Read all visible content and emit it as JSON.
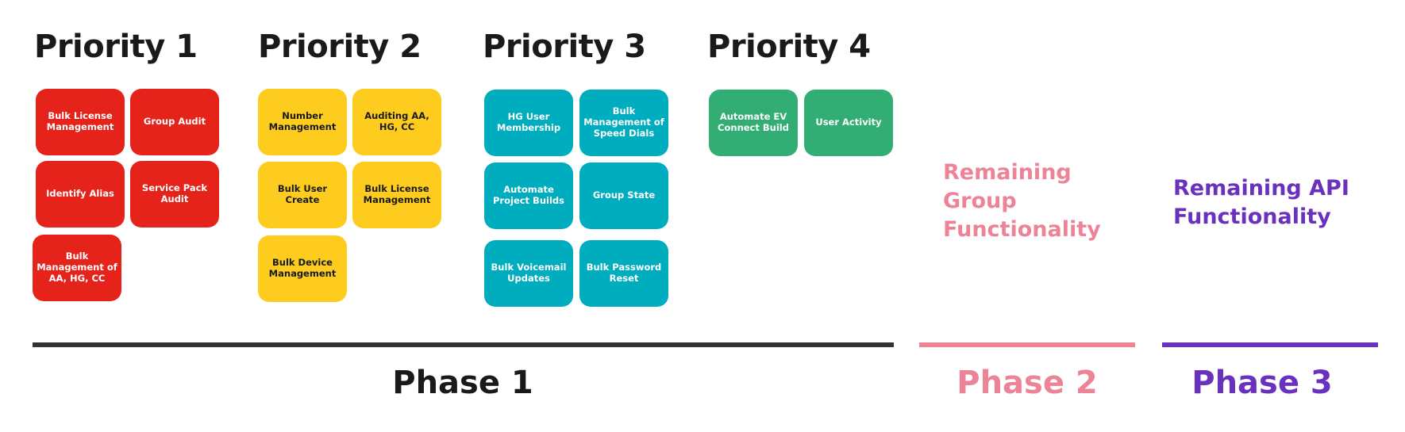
{
  "colors": {
    "red": "#e5231b",
    "yellow": "#fdcc1f",
    "teal": "#00adbf",
    "green": "#32ad73",
    "dark": "#333333",
    "pink": "#ec8397",
    "purple": "#6931bd"
  },
  "priorities": [
    {
      "title": "Priority 1",
      "cards": [
        "Bulk License Management",
        "Group Audit",
        "Identify Alias",
        "Service Pack Audit",
        "Bulk Management of AA, HG, CC"
      ]
    },
    {
      "title": "Priority 2",
      "cards": [
        "Number Management",
        "Auditing AA, HG, CC",
        "Bulk User Create",
        "Bulk License Management",
        "Bulk Device Management"
      ]
    },
    {
      "title": "Priority 3",
      "cards": [
        "HG User Membership",
        "Bulk Management of Speed Dials",
        "Automate Project Builds",
        "Group State",
        "Bulk Voicemail Updates",
        "Bulk Password Reset"
      ]
    },
    {
      "title": "Priority 4",
      "cards": [
        "Automate EV Connect Build",
        "User Activity"
      ]
    }
  ],
  "phase2_label": "Remaining Group Functionality",
  "phase3_label": "Remaining API Functionality",
  "phases": [
    "Phase 1",
    "Phase 2",
    "Phase 3"
  ]
}
